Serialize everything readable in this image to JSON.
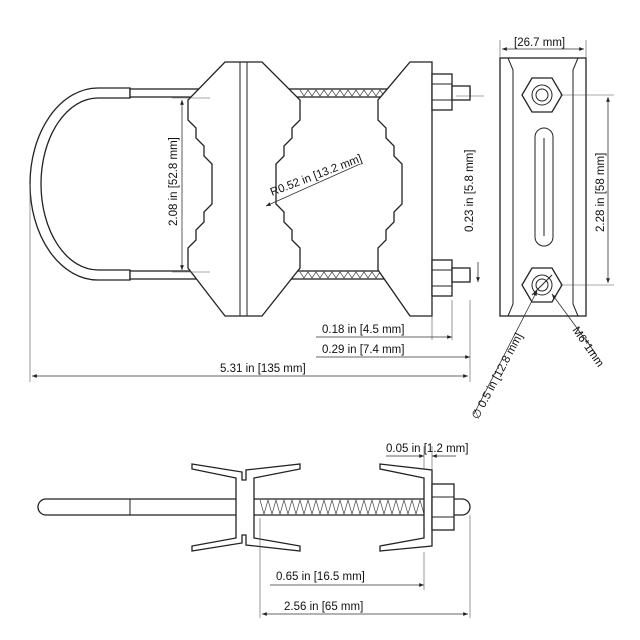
{
  "dimensions": {
    "top_width": "[26.7 mm]",
    "clamp_height": "2.08 in [52.8 mm]",
    "radius": "R0.52 in [13.2 mm]",
    "offset": "0.23 in [5.8 mm]",
    "bolt_spacing": "2.28 in [58 mm]",
    "nut_height": "0.18 in [4.5 mm]",
    "bolt_end": "0.29 in [7.4 mm]",
    "total_length": "5.31 in [135 mm]",
    "hole_diameter": "∅ 0.5 in [12.8 mm]",
    "thread": "M6*1mm",
    "plate_thickness": "0.05 in [1.2 mm]",
    "inner_length": "0.65 in [16.5 mm]",
    "overall_depth": "2.56 in [65 mm]"
  },
  "colors": {
    "line": "#222222",
    "background": "#ffffff"
  }
}
